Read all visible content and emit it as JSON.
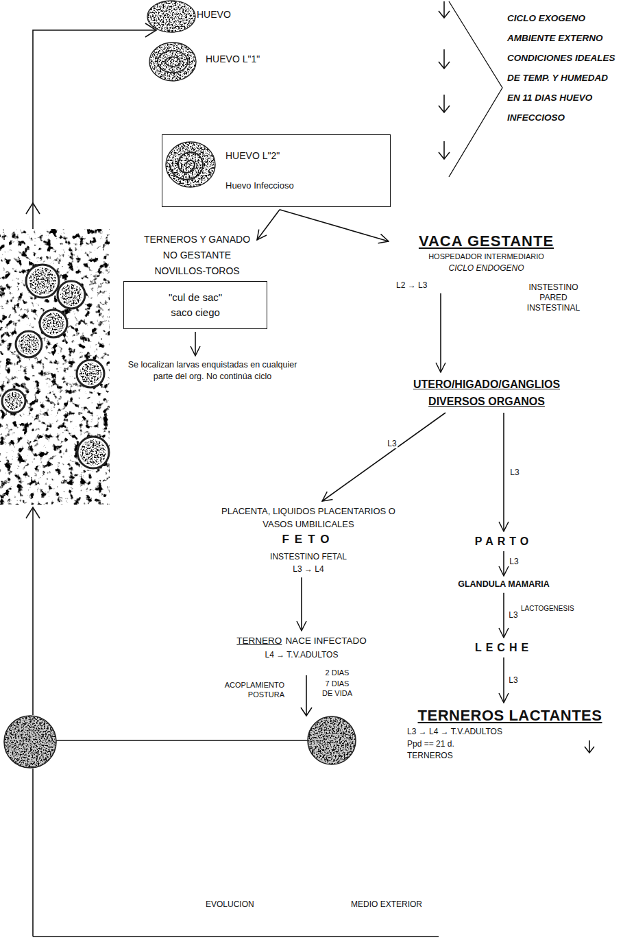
{
  "diagram": {
    "nodes": [
      {
        "text": [
          "HUEVO"
        ]
      },
      {
        "text": [
          "HUEVO L\"1\""
        ]
      },
      {
        "text": [
          "HUEVO L\"2\"",
          "Huevo Infeccioso"
        ]
      },
      {
        "text": [
          "TERNEROS Y GANADO NO GESTANTE NOVILLOS-TOROS"
        ]
      },
      {
        "text": [
          "\"cul de sac\" saco ciego"
        ]
      },
      {
        "text": [
          "Se localizan larvas enquistadas en cualquier parte del org. No continúa ciclo"
        ]
      },
      {
        "text": [
          "VACA GESTANTE",
          "HOSPEDADOR INTERMEDIARIO",
          "CICLO ENDOGENO",
          "L2 → L3"
        ]
      },
      {
        "text": [
          "UTERO/HIGADO/GANGLIOS DIVERSOS ORGANOS"
        ]
      },
      {
        "text": [
          "PLACENTA, LIQUIDOS PLACENTARIOS O VASOS UMBILICALES",
          "FETO",
          "INSTESTINO FETAL",
          "L3 → L4"
        ]
      },
      {
        "text": [
          "TERNERO",
          "NACE INFECTADO",
          "L4 → T.V.ADULTOS"
        ]
      },
      {
        "text": [
          "PARTO"
        ]
      },
      {
        "text": [
          "GLANDULA MAMARIA"
        ]
      },
      {
        "text": [
          "LECHE"
        ]
      },
      {
        "text": [
          "TERNEROS LACTANTES",
          "L3 → L4 → T.V.ADULTOS",
          "Ppd == 21 d. TERNEROS"
        ]
      }
    ],
    "edges": [
      {
        "from": 2,
        "to": 3,
        "arrow": "to"
      },
      {
        "from": 2,
        "to": 6,
        "arrow": "to"
      },
      {
        "from": 4,
        "to": 5,
        "arrow": "to"
      },
      {
        "from": 6,
        "to": 7,
        "arrow": "to"
      },
      {
        "from": 7,
        "to": 8,
        "label": "L3",
        "arrow": "to"
      },
      {
        "from": 7,
        "to": 10,
        "label": "L3",
        "arrow": "to"
      },
      {
        "from": 8,
        "to": 9,
        "arrow": "to"
      },
      {
        "from": 10,
        "to": 11,
        "label": "L3",
        "arrow": "to"
      },
      {
        "from": 11,
        "to": 12,
        "label": "L3",
        "arrow": "to"
      },
      {
        "from": 12,
        "to": 13,
        "label": "L3",
        "arrow": "to"
      }
    ],
    "labels": [
      "CICLO EXOGENO AMBIENTE EXTERNO CONDICIONES IDEALES DE TEMP. Y HUMEDAD EN 11 DIAS HUEVO INFECCIOSO",
      "INSTESTINO PARED INSTESTINAL",
      "LACTOGENESIS",
      "ACOPLAMIENTO POSTURA",
      "2 DIAS",
      "7 DIAS DE VIDA",
      "EVOLUCION",
      "MEDIO EXTERIOR"
    ]
  }
}
